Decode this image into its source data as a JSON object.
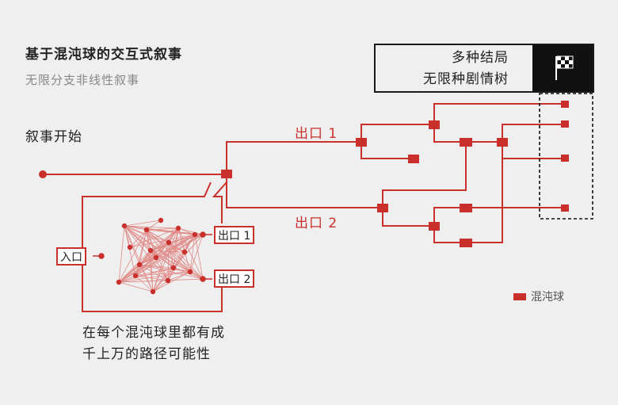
{
  "title": "基于混沌球的交互式叙事",
  "subtitle": "无限分支非线性叙事",
  "start_label": "叙事开始",
  "exit1_label": "出口 1",
  "exit2_label": "出口 2",
  "ending_line1": "多种结局",
  "ending_line2": "无限种剧情树",
  "caption_line1": "在每个混沌球里都有成",
  "caption_line2": "千上万的路径可能性",
  "detail_entry": "入口",
  "detail_exit1": "出口 1",
  "detail_exit2": "出口 2",
  "legend_label": "混沌球",
  "colors": {
    "accent": "#c9302c",
    "dark": "#111111",
    "background": "#efefef"
  },
  "icons": {
    "ending": "checkered-flag-icon"
  }
}
